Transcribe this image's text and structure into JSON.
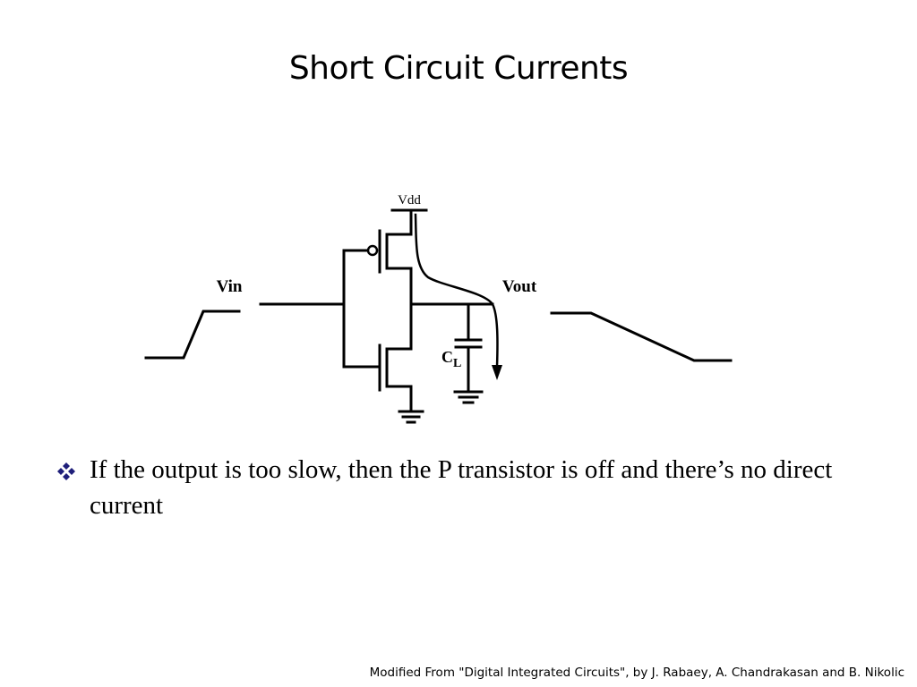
{
  "slide": {
    "title": "Short Circuit Currents",
    "bullet": "If the output is too slow, then the P transistor is off and there’s no direct current",
    "footer": "Modified From \"Digital Integrated Circuits\", by J. Rabaey, A. Chandrakasan and B. Nikolic"
  },
  "circuit": {
    "vdd_label": "Vdd",
    "vin_label": "Vin",
    "vout_label": "Vout",
    "cap_label_main": "C",
    "cap_label_sub": "L"
  },
  "colors": {
    "bullet": "#1f1f7a",
    "line": "#000000"
  },
  "icons": {
    "bullet": "four-diamond-bullet-icon"
  }
}
